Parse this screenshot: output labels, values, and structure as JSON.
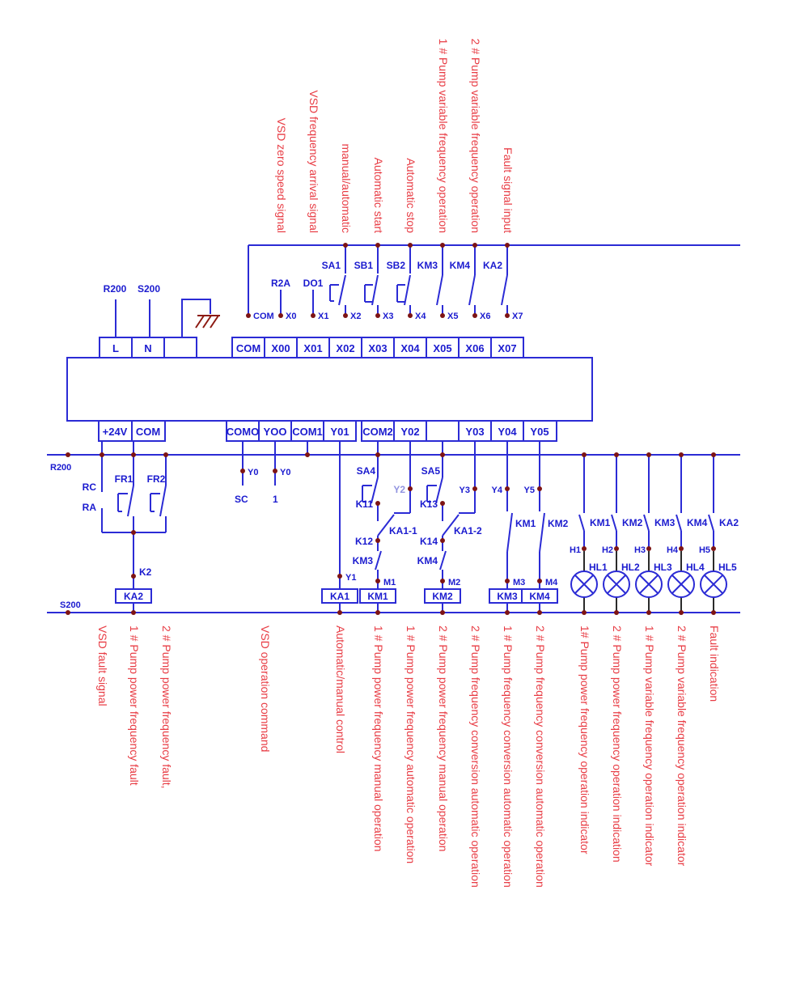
{
  "colors": {
    "wire_blue": "#2b2bd5",
    "label_blue": "#1b1bcf",
    "label_red": "#e83c44",
    "junction_dot": "#7d1414",
    "ground_symbol": "#8c1a12",
    "lamp_wire": "#2a2a2a",
    "y2_label": "#9193e0",
    "background": "#ffffff"
  },
  "top_labels": [
    "VSD zero speed signal",
    "VSD frequency arrival signal",
    "manual/automatic",
    "Automatic start",
    "Automatic stop",
    "1 # Pump variable frequency operation",
    "2 # Pump variable frequency operation",
    "Fault signal input"
  ],
  "bottom_labels": [
    "VSD fault signal",
    "1 # Pump power frequency fault",
    "2 # Pump power frequency fault,",
    "VSD operation command",
    "Automatic/manual control",
    "1 # Pump power frequency manual operation",
    "1 # Pump power frequency automatic operation",
    "2 # Pump power frequency manual operation",
    "2 # Pump frequency conversion automatic operation",
    "1 # Pump frequency conversion automatic operation",
    "2 # Pump frequency conversion automatic operation",
    "1# Pump power frequency operation indicator",
    "2 # Pump power frequency operation indication",
    "1 # Pump variable frequency operation indicator",
    "2 # Pump variable frequency operation indicator",
    "Fault indication"
  ],
  "incoming": {
    "r200": "R200",
    "s200": "S200",
    "terminal_l": "L",
    "terminal_n": "N"
  },
  "plc_inputs": {
    "pins": [
      "COM",
      "X0",
      "X1",
      "X2",
      "X3",
      "X4",
      "X5",
      "X6",
      "X7"
    ],
    "terminals": [
      "COM",
      "X00",
      "X01",
      "X02",
      "X03",
      "X04",
      "X05",
      "X06",
      "X07"
    ],
    "stub_r2a": "R2A",
    "stub_do1": "DO1",
    "contacts": [
      "SA1",
      "SB1",
      "SB2",
      "KM3",
      "KM4",
      "KA2"
    ]
  },
  "plc_outputs": {
    "left": [
      "+24V",
      "COM"
    ],
    "mid": [
      "COMO",
      "YOO",
      "COM1",
      "Y01"
    ],
    "right": [
      "COM2",
      "Y02",
      "",
      "Y03",
      "Y04",
      "Y05"
    ]
  },
  "rails": {
    "r200": "R200",
    "s200": "S200"
  },
  "vsd_branch": {
    "rc": "RC",
    "ra": "RA",
    "fr1": "FR1",
    "fr2": "FR2",
    "k2": "K2",
    "coil": "KA2"
  },
  "circuits": {
    "y0_a": "Y0",
    "sc": "SC",
    "y0_b": "Y0",
    "num1": "1",
    "y1": "Y1",
    "ka1": "KA1",
    "sa4": "SA4",
    "k11": "K11",
    "ka1_1": "KA1-1",
    "k12": "K12",
    "km3c": "KM3",
    "m1": "M1",
    "km1": "KM1",
    "y2": "Y2",
    "sa5": "SA5",
    "k13": "K13",
    "ka1_2": "KA1-2",
    "k14": "K14",
    "km4c": "KM4",
    "m2": "M2",
    "km2": "KM2",
    "y3": "Y3",
    "y4": "Y4",
    "km1c": "KM1",
    "m3": "M3",
    "km3": "KM3",
    "y5": "Y5",
    "km2c": "KM2",
    "m4": "M4",
    "km4": "KM4"
  },
  "lamps": {
    "contacts": [
      "KM1",
      "KM2",
      "KM3",
      "KM4",
      "KA2"
    ],
    "pins": [
      "H1",
      "H2",
      "H3",
      "H4",
      "H5"
    ],
    "names": [
      "HL1",
      "HL2",
      "HL3",
      "HL4",
      "HL5"
    ]
  }
}
